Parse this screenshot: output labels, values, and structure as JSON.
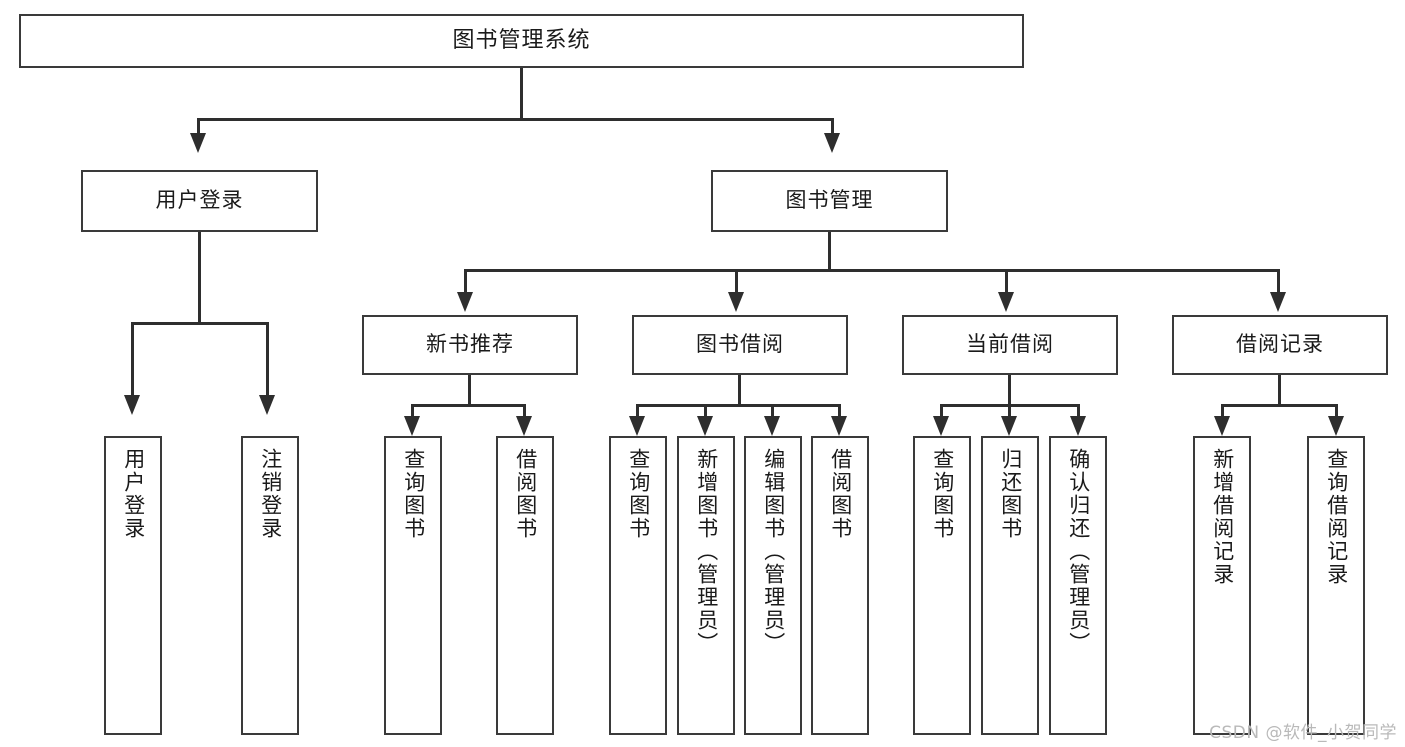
{
  "diagram": {
    "title": "图书管理系统",
    "type": "hierarchy-tree",
    "colors": {
      "box_border": "#3a3a3a",
      "connector": "#2e2e2e",
      "background": "#ffffff",
      "text": "#1a1a1a",
      "watermark": "#b9b9b9"
    },
    "root": {
      "label": "图书管理系统"
    },
    "level2": [
      {
        "label": "用户登录"
      },
      {
        "label": "图书管理"
      }
    ],
    "level3": [
      {
        "label": "新书推荐"
      },
      {
        "label": "图书借阅"
      },
      {
        "label": "当前借阅"
      },
      {
        "label": "借阅记录"
      }
    ],
    "leaves": {
      "user_login": [
        {
          "label": "用户登录"
        },
        {
          "label": "注销登录"
        }
      ],
      "new_book_recommend": [
        {
          "label": "查询图书"
        },
        {
          "label": "借阅图书"
        }
      ],
      "book_borrow": [
        {
          "label": "查询图书"
        },
        {
          "label": "新增图书（管理员）"
        },
        {
          "label": "编辑图书（管理员）"
        },
        {
          "label": "借阅图书"
        }
      ],
      "current_borrow": [
        {
          "label": "查询图书"
        },
        {
          "label": "归还图书"
        },
        {
          "label": "确认归还（管理员）"
        }
      ],
      "borrow_records": [
        {
          "label": "新增借阅记录"
        },
        {
          "label": "查询借阅记录"
        }
      ]
    }
  },
  "watermark": {
    "text": "CSDN @软件_小贺同学"
  }
}
